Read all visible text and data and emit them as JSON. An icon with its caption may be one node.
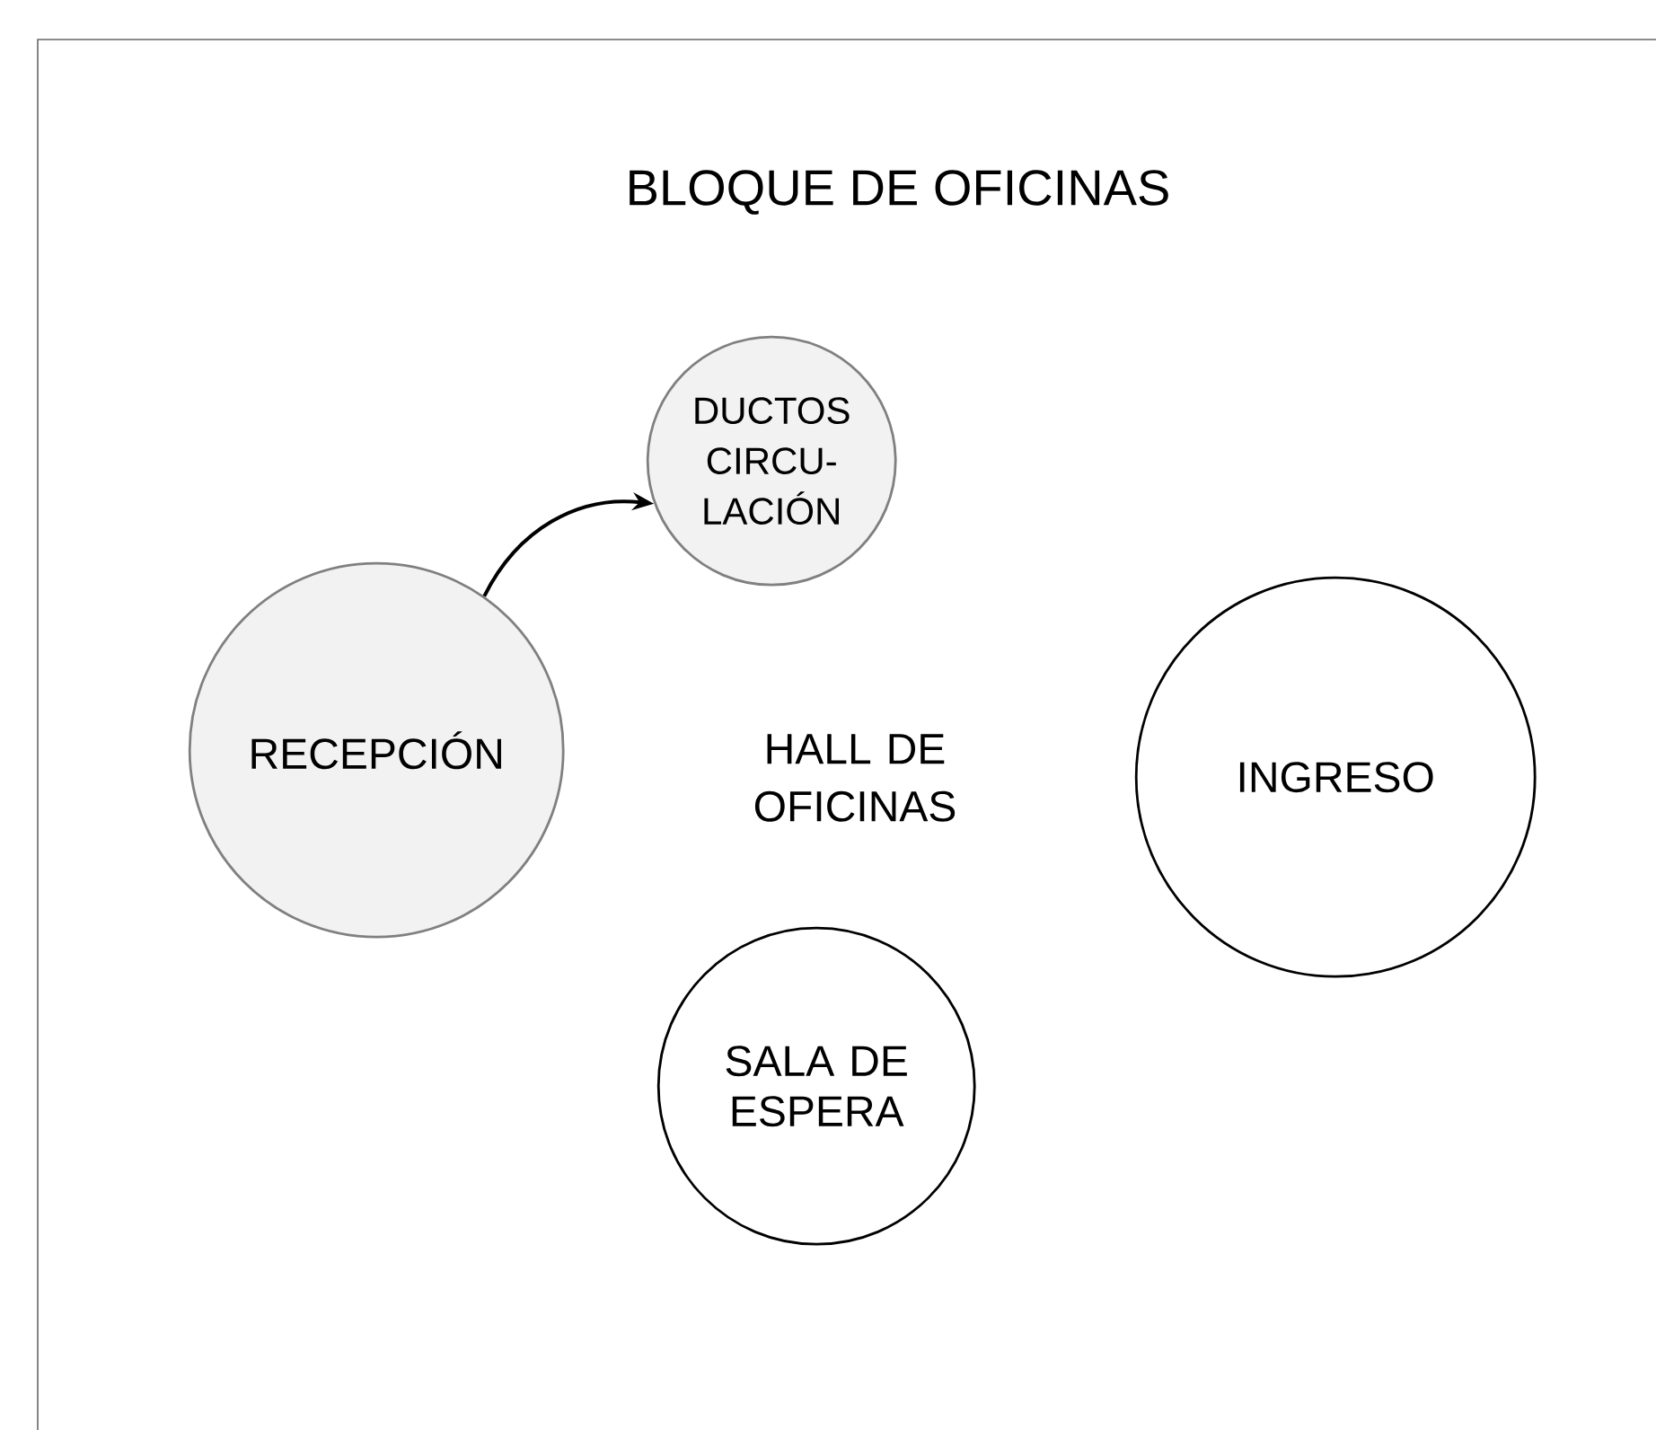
{
  "diagram": {
    "nodes": [
      {
        "text": [
          "BLOQUE DE OFICINAS"
        ]
      },
      {
        "text": [
          "DUCTOS CIRCU- LACIÓN"
        ],
        "in": 0
      },
      {
        "text": [
          "RECEPCIÓN"
        ],
        "in": 0
      },
      {
        "text": [
          "INGRESO"
        ],
        "in": 0
      },
      {
        "text": [
          "SALA DE ESPERA"
        ],
        "in": 0
      }
    ],
    "edges": [
      {
        "from": 2,
        "to": 1,
        "arrow": "to"
      }
    ],
    "labels": [
      "HALL DE OFICINAS"
    ]
  }
}
